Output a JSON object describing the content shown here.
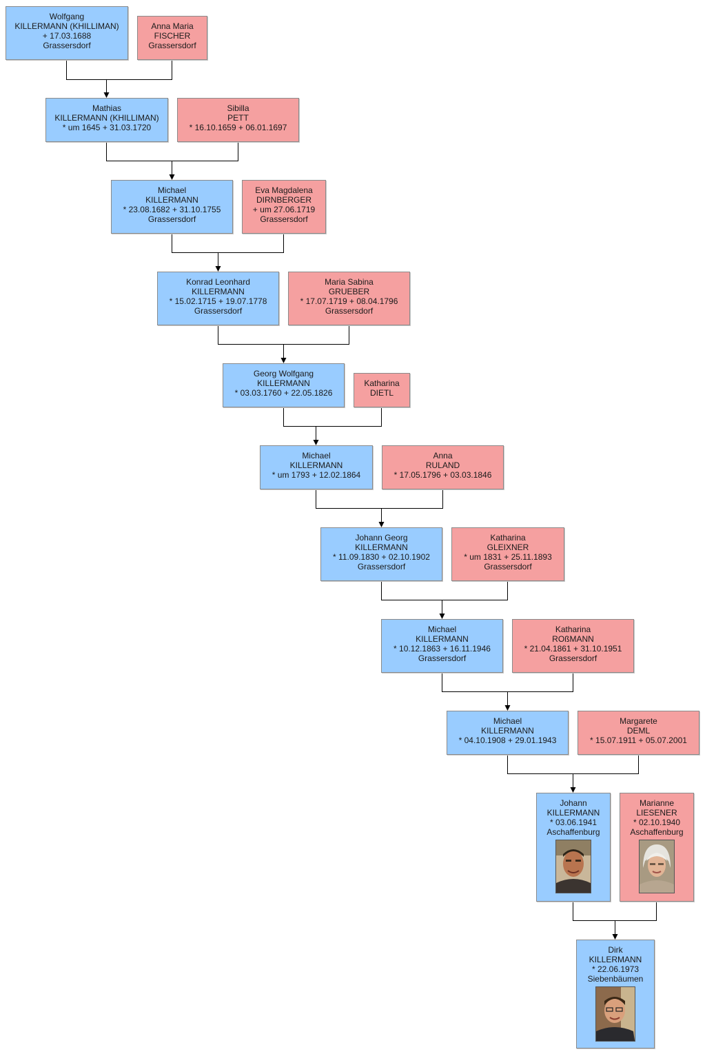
{
  "people": {
    "p1": {
      "lines": [
        "Wolfgang",
        "KILLERMANN (KHILLIMAN)",
        "+ 17.03.1688",
        "Grassersdorf"
      ]
    },
    "p2": {
      "lines": [
        "Anna Maria",
        "FISCHER",
        "Grassersdorf"
      ]
    },
    "p3": {
      "lines": [
        "Mathias",
        "KILLERMANN (KHILLIMAN)",
        "* um 1645  + 31.03.1720"
      ]
    },
    "p4": {
      "lines": [
        "Sibilla",
        "PETT",
        "* 16.10.1659  + 06.01.1697"
      ]
    },
    "p5": {
      "lines": [
        "Michael",
        "KILLERMANN",
        "* 23.08.1682  + 31.10.1755",
        "Grassersdorf"
      ]
    },
    "p6": {
      "lines": [
        "Eva Magdalena",
        "DIRNBERGER",
        "+ um 27.06.1719",
        "Grassersdorf"
      ]
    },
    "p7": {
      "lines": [
        "Konrad Leonhard",
        "KILLERMANN",
        "* 15.02.1715  + 19.07.1778",
        "Grassersdorf"
      ]
    },
    "p8": {
      "lines": [
        "Maria Sabina",
        "GRUEBER",
        "* 17.07.1719  + 08.04.1796",
        "Grassersdorf"
      ]
    },
    "p9": {
      "lines": [
        "Georg Wolfgang",
        "KILLERMANN",
        "* 03.03.1760  + 22.05.1826"
      ]
    },
    "p10": {
      "lines": [
        "Katharina",
        "DIETL"
      ]
    },
    "p11": {
      "lines": [
        "Michael",
        "KILLERMANN",
        "* um 1793  + 12.02.1864"
      ]
    },
    "p12": {
      "lines": [
        "Anna",
        "RULAND",
        "* 17.05.1796  + 03.03.1846"
      ]
    },
    "p13": {
      "lines": [
        "Johann Georg",
        "KILLERMANN",
        "* 11.09.1830  + 02.10.1902",
        "Grassersdorf"
      ]
    },
    "p14": {
      "lines": [
        "Katharina",
        "GLEIXNER",
        "* um 1831  + 25.11.1893",
        "Grassersdorf"
      ]
    },
    "p15": {
      "lines": [
        "Michael",
        "KILLERMANN",
        "* 10.12.1863  + 16.11.1946",
        "Grassersdorf"
      ]
    },
    "p16": {
      "lines": [
        "Katharina",
        "ROßMANN",
        "* 21.04.1861  + 31.10.1951",
        "Grassersdorf"
      ]
    },
    "p17": {
      "lines": [
        "Michael",
        "KILLERMANN",
        "* 04.10.1908  + 29.01.1943"
      ]
    },
    "p18": {
      "lines": [
        "Margarete",
        "DEML",
        "* 15.07.1911  + 05.07.2001"
      ]
    },
    "p19": {
      "lines": [
        "Johann",
        "KILLERMANN",
        "* 03.06.1941",
        "Aschaffenburg"
      ]
    },
    "p20": {
      "lines": [
        "Marianne",
        "LIESENER",
        "* 02.10.1940",
        "Aschaffenburg"
      ]
    },
    "p21": {
      "lines": [
        "Dirk",
        "KILLERMANN",
        "* 22.06.1973",
        "Siebenbäumen"
      ]
    }
  },
  "colors": {
    "male": "#99ccff",
    "female": "#f5a0a0",
    "line": "#000000"
  }
}
